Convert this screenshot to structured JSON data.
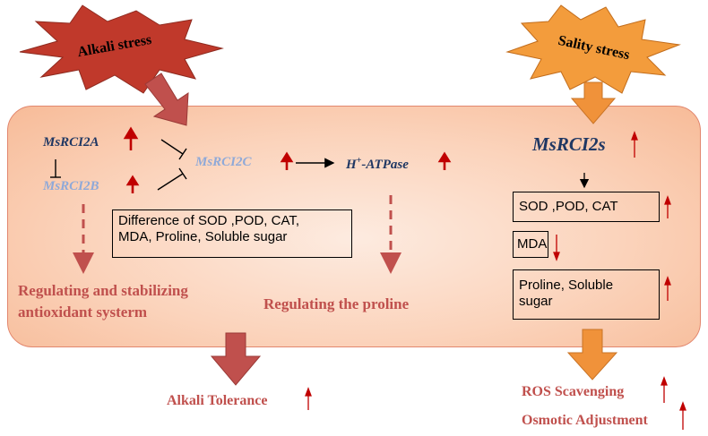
{
  "left": {
    "stress_label": "Alkali stress",
    "gene_a": "MsRCI2A",
    "gene_b": "MsRCI2B",
    "gene_c": "MsRCI2C",
    "h_atpase": "-ATPase",
    "h_atpase_prefix": "H",
    "h_atpase_sup": "+",
    "difference_box_line1": "Difference of SOD ,POD, CAT,",
    "difference_box_line2": "MDA, Proline, Soluble sugar",
    "result_1_line1": "Regulating and stabilizing",
    "result_1_line2": "antioxidant systerm",
    "result_2": "Regulating the proline",
    "outcome": "Alkali Tolerance"
  },
  "right": {
    "stress_label": "Sality stress",
    "gene": "MsRCI2s",
    "box_1": "SOD ,POD, CAT",
    "box_2": "MDA",
    "box_3_line1": "Proline, Soluble",
    "box_3_line2": "sugar",
    "outcome_1": "ROS Scavenging",
    "outcome_2": "Osmotic Adjustment"
  },
  "colors": {
    "panel_fill": "#fbd3bb",
    "panel_border": "#e2876e",
    "alkali_burst": "#c0392b",
    "salt_burst": "#f39c3c",
    "left_arrow": "#c0504d",
    "right_arrow": "#f0923a",
    "up_arrow": "#c00000",
    "gene_dark": "#1f3763",
    "gene_light": "#8fa9d8",
    "result_text": "#c0504d"
  }
}
